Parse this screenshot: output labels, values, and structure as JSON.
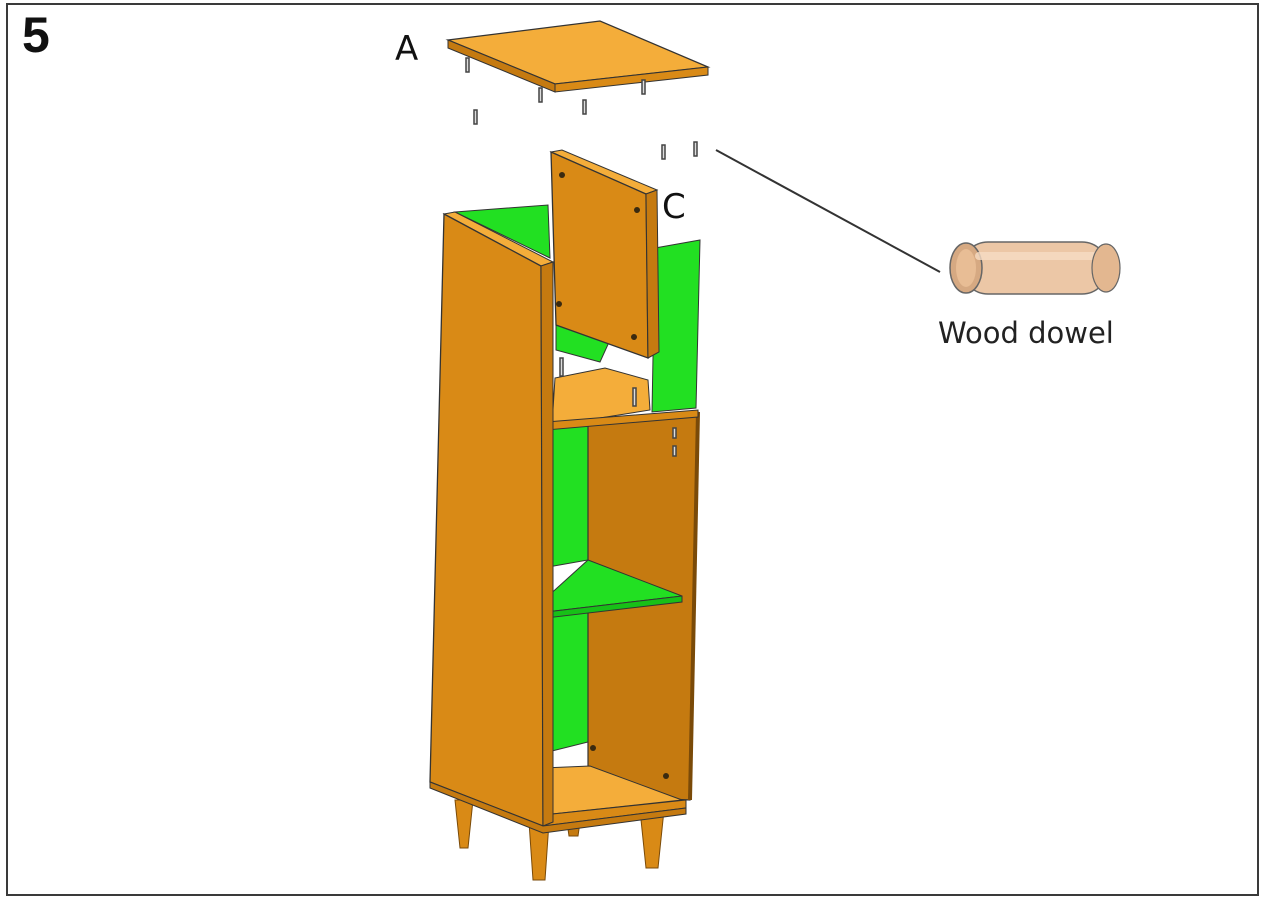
{
  "step_number": "5",
  "labels": {
    "part_a": "A",
    "part_c": "C",
    "wood_dowel": "Wood dowel"
  },
  "colors": {
    "wood_front": "#d98a16",
    "wood_dark": "#c57a10",
    "wood_top": "#f4ad3a",
    "edge": "#7a4a08",
    "green_panel": "#22e022",
    "green_dark": "#17c017",
    "dowel": "#ecc7a6",
    "outline": "#333333"
  },
  "icons": {
    "dowel": "wood-dowel-icon",
    "connector": "dowel-pin-icon"
  }
}
